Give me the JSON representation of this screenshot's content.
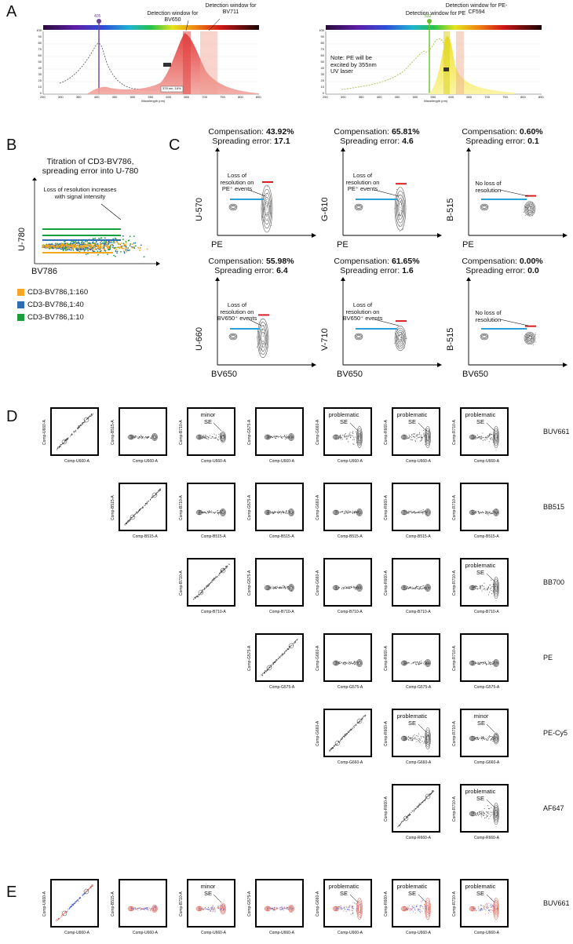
{
  "panels": {
    "A": {
      "letter": "A",
      "left": {
        "callout_bv650": "Detection window for BV650",
        "callout_bv711": "Detection window for BV711",
        "marker_label": "405",
        "xlabel": "Wavelength (nm)",
        "x_ticks": [
          "250",
          "300",
          "350",
          "400",
          "450",
          "500",
          "550",
          "600",
          "650",
          "700",
          "750",
          "800",
          "850"
        ],
        "y_ticks": [
          "0",
          "10",
          "20",
          "30",
          "40",
          "50",
          "60",
          "70",
          "80",
          "90",
          "100"
        ],
        "readout": "378 nm, 16%"
      },
      "right": {
        "callout_pe": "Detection window for PE",
        "callout_pecf594": "Detection window for PE-CF594",
        "marker_label": "532",
        "note": "Note: PE will be excited by 355nm UV laser",
        "xlabel": "Wavelength (nm)",
        "x_ticks": [
          "250",
          "300",
          "350",
          "400",
          "450",
          "500",
          "550",
          "600",
          "650",
          "700",
          "750",
          "800",
          "850"
        ],
        "y_ticks": [
          "0",
          "10",
          "20",
          "30",
          "40",
          "50",
          "60",
          "70",
          "80",
          "90",
          "100"
        ]
      }
    },
    "B": {
      "letter": "B",
      "title_line1": "Titration of CD3-BV786,",
      "title_line2": "spreading error into U-780",
      "annotation": "Loss of resolution increases with signal intensity",
      "ylabel": "U-780",
      "xlabel": "BV786",
      "legend": [
        {
          "label": "CD3-BV786,1:160",
          "color": "#f5a623"
        },
        {
          "label": "CD3-BV786,1:40",
          "color": "#2f6db5"
        },
        {
          "label": "CD3-BV786,1:10",
          "color": "#1a9e3c"
        }
      ]
    },
    "C": {
      "letter": "C",
      "plots": [
        {
          "comp_label": "Compensation: ",
          "comp_value": "43.92%",
          "se_label": "Spreading error: ",
          "se_value": "17.1",
          "ylabel": "U-570",
          "xlabel": "PE",
          "note": "Loss of resolution on PE⁺ events"
        },
        {
          "comp_label": "Compensation: ",
          "comp_value": "65.81%",
          "se_label": "Spreading error: ",
          "se_value": "4.6",
          "ylabel": "G-610",
          "xlabel": "PE",
          "note": "Loss of resolution on PE⁺ events"
        },
        {
          "comp_label": "Compensation: ",
          "comp_value": "0.60%",
          "se_label": "Spreading error: ",
          "se_value": "0.1",
          "ylabel": "B-515",
          "xlabel": "PE",
          "note": "No loss of resolution"
        },
        {
          "comp_label": "Compensation: ",
          "comp_value": "55.98%",
          "se_label": "Spreading error: ",
          "se_value": "6.4",
          "ylabel": "U-660",
          "xlabel": "BV650",
          "note": "Loss of resolution on BV650⁺ events"
        },
        {
          "comp_label": "Compensation: ",
          "comp_value": "61.65%",
          "se_label": "Spreading error: ",
          "se_value": "1.6",
          "ylabel": "V-710",
          "xlabel": "BV650",
          "note": "Loss of resolution on BV650⁺ events"
        },
        {
          "comp_label": "Compensation: ",
          "comp_value": "0.00%",
          "se_label": "Spreading error: ",
          "se_value": "0.0",
          "ylabel": "B-515",
          "xlabel": "BV650",
          "note": "No loss of resolution"
        }
      ]
    },
    "D": {
      "letter": "D",
      "rows": [
        {
          "label": "BUV661",
          "x": "Comp-U660-A",
          "cells": [
            {
              "y": "Comp-U660-A",
              "note": ""
            },
            {
              "y": "Comp-B515-A",
              "note": ""
            },
            {
              "y": "Comp-B710-A",
              "note": "minor SE"
            },
            {
              "y": "Comp-G575-A",
              "note": ""
            },
            {
              "y": "Comp-G660-A",
              "note": "problematic SE"
            },
            {
              "y": "Comp-R660-A",
              "note": "problematic SE"
            },
            {
              "y": "Comp-R710-A",
              "note": "problematic SE"
            }
          ]
        },
        {
          "label": "BB515",
          "x": "Comp-B515-A",
          "cells": [
            {
              "y": "Comp-B515-A",
              "note": ""
            },
            {
              "y": "Comp-B710-A",
              "note": ""
            },
            {
              "y": "Comp-G575-A",
              "note": ""
            },
            {
              "y": "Comp-G660-A",
              "note": ""
            },
            {
              "y": "Comp-R660-A",
              "note": ""
            },
            {
              "y": "Comp-R710-A",
              "note": ""
            }
          ]
        },
        {
          "label": "BB700",
          "x": "Comp-B710-A",
          "cells": [
            {
              "y": "Comp-B710-A",
              "note": ""
            },
            {
              "y": "Comp-G575-A",
              "note": ""
            },
            {
              "y": "Comp-G660-A",
              "note": ""
            },
            {
              "y": "Comp-R660-A",
              "note": ""
            },
            {
              "y": "Comp-R710-A",
              "note": "problematic SE"
            }
          ]
        },
        {
          "label": "PE",
          "x": "Comp-G575-A",
          "cells": [
            {
              "y": "Comp-G575-A",
              "note": ""
            },
            {
              "y": "Comp-G660-A",
              "note": ""
            },
            {
              "y": "Comp-R660-A",
              "note": ""
            },
            {
              "y": "Comp-R710-A",
              "note": ""
            }
          ]
        },
        {
          "label": "PE-Cy5",
          "x": "Comp-G660-A",
          "cells": [
            {
              "y": "Comp-G660-A",
              "note": ""
            },
            {
              "y": "Comp-R660-A",
              "note": "problematic SE"
            },
            {
              "y": "Comp-R710-A",
              "note": "minor SE"
            }
          ]
        },
        {
          "label": "AF647",
          "x": "Comp-R660-A",
          "cells": [
            {
              "y": "Comp-R660-A",
              "note": ""
            },
            {
              "y": "Comp-R710-A",
              "note": "problematic SE"
            }
          ]
        }
      ]
    },
    "E": {
      "letter": "E",
      "row_label": "BUV661",
      "x": "Comp-U660-A",
      "cells": [
        {
          "y": "Comp-U660-A",
          "note": ""
        },
        {
          "y": "Comp-B515-A",
          "note": ""
        },
        {
          "y": "Comp-B710-A",
          "note": "minor SE"
        },
        {
          "y": "Comp-G575-A",
          "note": ""
        },
        {
          "y": "Comp-G660-A",
          "note": "problematic SE"
        },
        {
          "y": "Comp-R660-A",
          "note": "problematic SE"
        },
        {
          "y": "Comp-R710-A",
          "note": "problematic SE"
        }
      ]
    }
  }
}
